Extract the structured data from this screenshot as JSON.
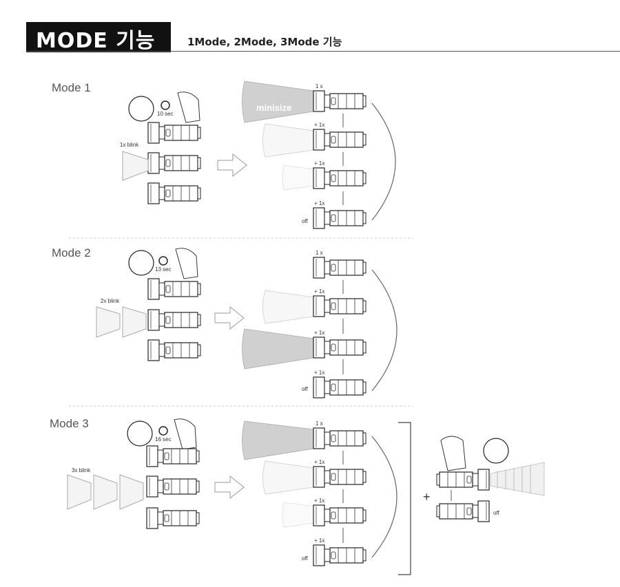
{
  "header": {
    "title": "MODE 기능",
    "subtitle": "1Mode, 2Mode, 3Mode 기능"
  },
  "modes": [
    {
      "label": "Mode 1",
      "timer": "10 sec",
      "blink": "1x blink"
    },
    {
      "label": "Mode 2",
      "timer": "13 sec",
      "blink": "2x blink"
    },
    {
      "label": "Mode 3",
      "timer": "16 sec",
      "blink": "3x blink"
    }
  ],
  "steps": {
    "first": "1 x",
    "next": "+ 1x",
    "off": "off"
  },
  "watermark": "minisize",
  "extra": {
    "plus": "+",
    "off": "off"
  }
}
